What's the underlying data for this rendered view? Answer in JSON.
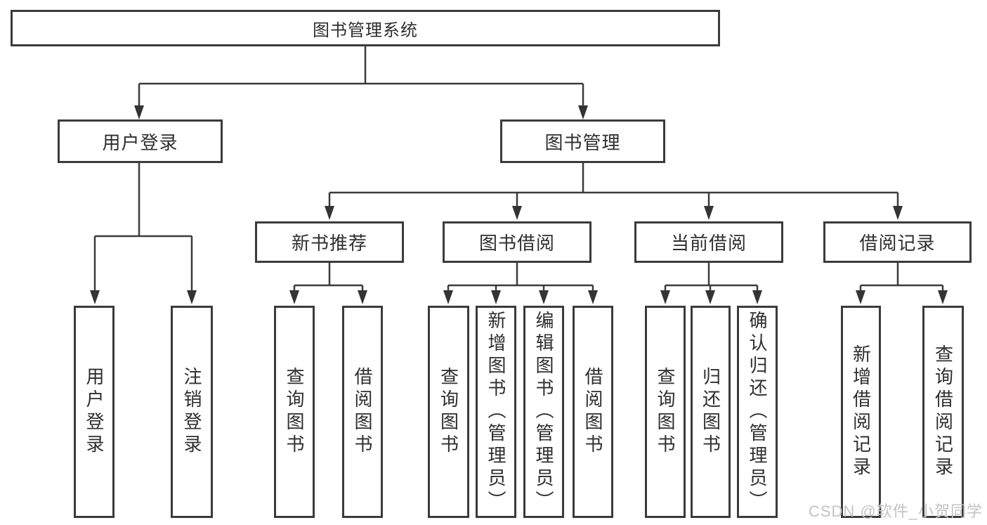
{
  "diagram": {
    "root": {
      "label": "图书管理系统"
    },
    "branches": [
      {
        "label": "用户登录",
        "children": [
          {
            "label": "用户登录"
          },
          {
            "label": "注销登录"
          }
        ]
      },
      {
        "label": "图书管理",
        "children": [
          {
            "label": "新书推荐",
            "children": [
              {
                "label": "查询图书"
              },
              {
                "label": "借阅图书"
              }
            ]
          },
          {
            "label": "图书借阅",
            "children": [
              {
                "label": "查询图书"
              },
              {
                "label": "新增图书（管理员）"
              },
              {
                "label": "编辑图书（管理员）"
              },
              {
                "label": "借阅图书"
              }
            ]
          },
          {
            "label": "当前借阅",
            "children": [
              {
                "label": "查询图书"
              },
              {
                "label": "归还图书"
              },
              {
                "label": "确认归还（管理员）"
              }
            ]
          },
          {
            "label": "借阅记录",
            "children": [
              {
                "label": "新增借阅记录"
              },
              {
                "label": "查询借阅记录"
              }
            ]
          }
        ]
      }
    ]
  },
  "watermark": {
    "text": "CSDN @软件_小贺同学",
    "color": "#c3c3c3"
  },
  "colors": {
    "line": "#3b3b3b",
    "text": "#2e2e2e",
    "background": "#ffffff"
  }
}
